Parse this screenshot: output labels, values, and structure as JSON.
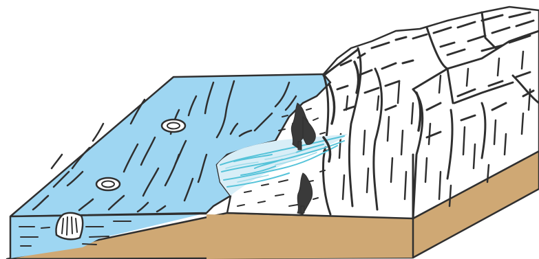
{
  "figure": {
    "kind": "geological block diagram",
    "labels": [],
    "colors": {
      "sea": "#9ed6f2",
      "sediment": "#cfa874",
      "rock": "#ffffff",
      "ink": "#2f2f2f",
      "channel": "#55c3d9",
      "vegetation": "#3a3a3a"
    },
    "components": [
      "sea-surface",
      "sea-front-face",
      "braided-delta",
      "coastal-plain",
      "layered-cliffs",
      "sediment-base",
      "atolls",
      "sea-stack",
      "trees"
    ]
  }
}
